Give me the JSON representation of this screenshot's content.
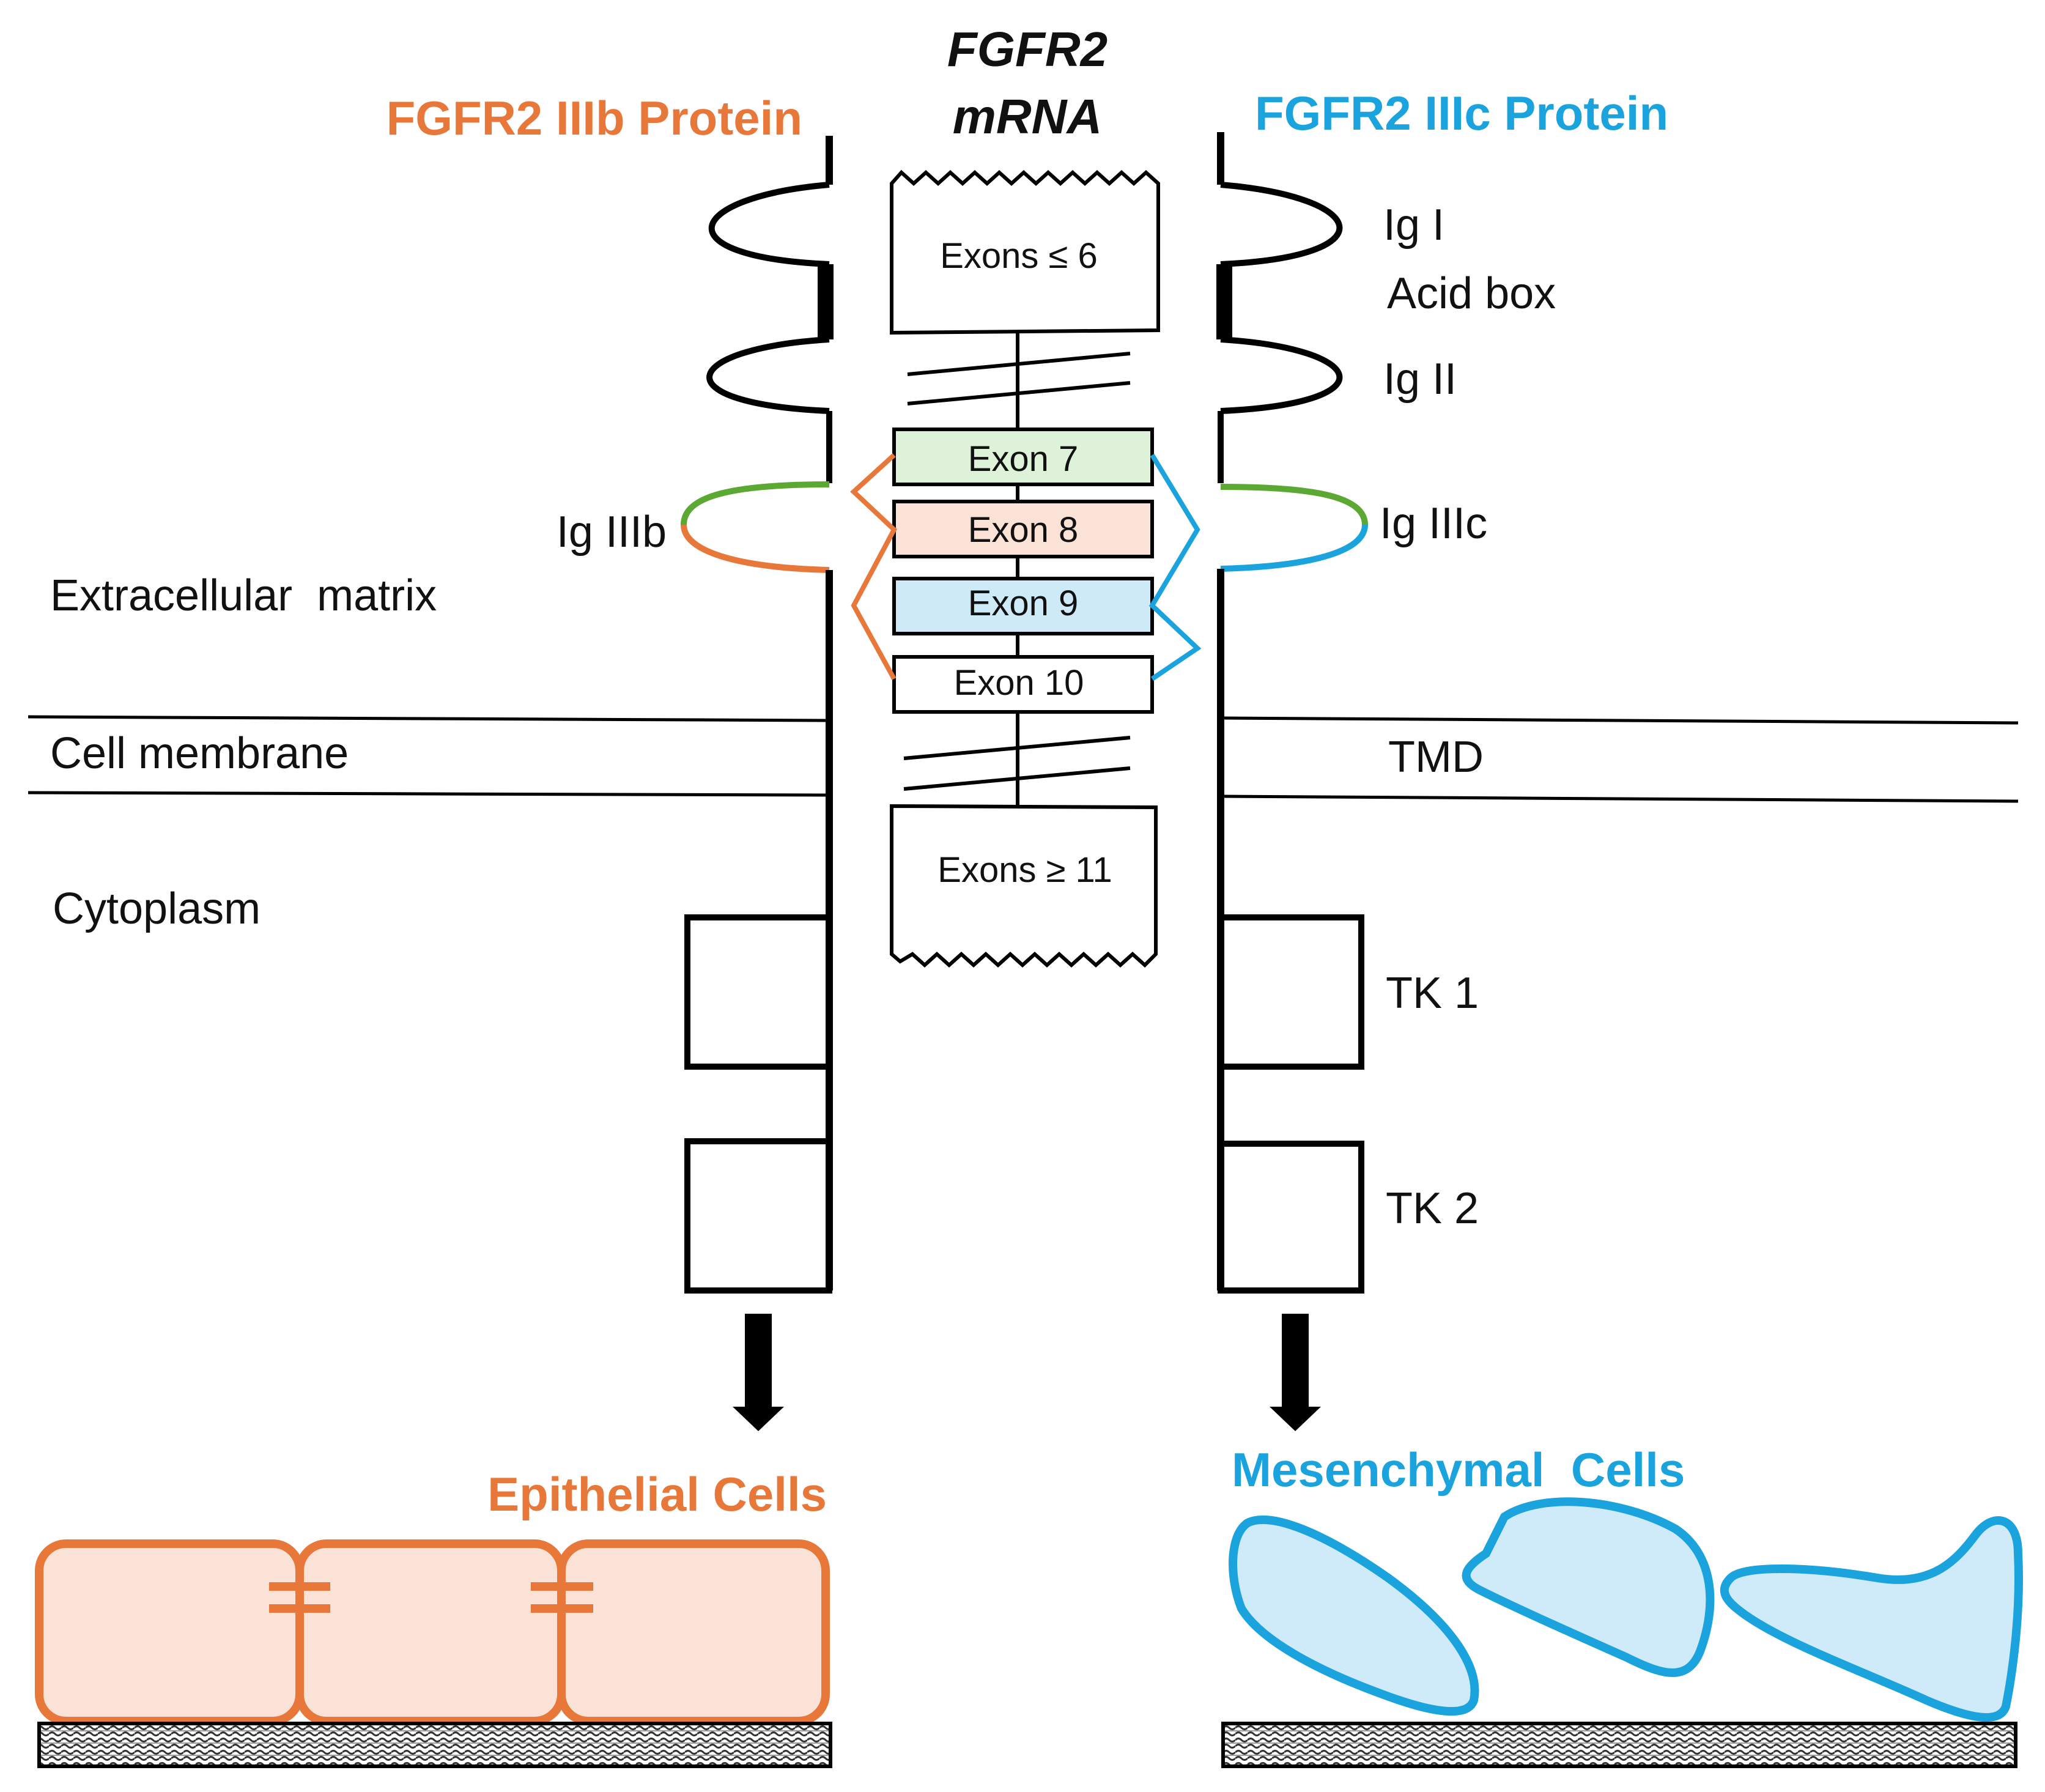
{
  "titles": {
    "left_protein": "FGFR2 IIIb Protein",
    "right_protein": "FGFR2 IIIc Protein",
    "mrna_line1": "FGFR2",
    "mrna_line2": "mRNA"
  },
  "regions": {
    "extracellular": "Extracellular  matrix",
    "membrane": "Cell membrane",
    "cytoplasm": "Cytoplasm"
  },
  "domains": {
    "ig1": "Ig I",
    "acid_box": "Acid box",
    "ig2": "Ig II",
    "ig3b": "Ig IIIb",
    "ig3c": "Ig IIIc",
    "tmd": "TMD",
    "tk1": "TK 1",
    "tk2": "TK 2"
  },
  "exons": {
    "upstream": "Exons ≤ 6",
    "exon7": "Exon 7",
    "exon8": "Exon 8",
    "exon9": "Exon 9",
    "exon10": "Exon 10",
    "downstream": "Exons ≥ 11"
  },
  "cells": {
    "epithelial": "Epithelial Cells",
    "mesenchymal": "Mesenchymal  Cells"
  },
  "colors": {
    "iiib_orange": "#E8773A",
    "iiic_blue": "#1AA3DD",
    "exon7_fill": "#DDF2D8",
    "exon8_fill": "#FBE2D6",
    "exon9_fill": "#CFEAF7",
    "epithelial_fill": "#FBE2D6",
    "mesenchymal_fill": "#CFEAF9",
    "igIII_green": "#5BA832"
  }
}
